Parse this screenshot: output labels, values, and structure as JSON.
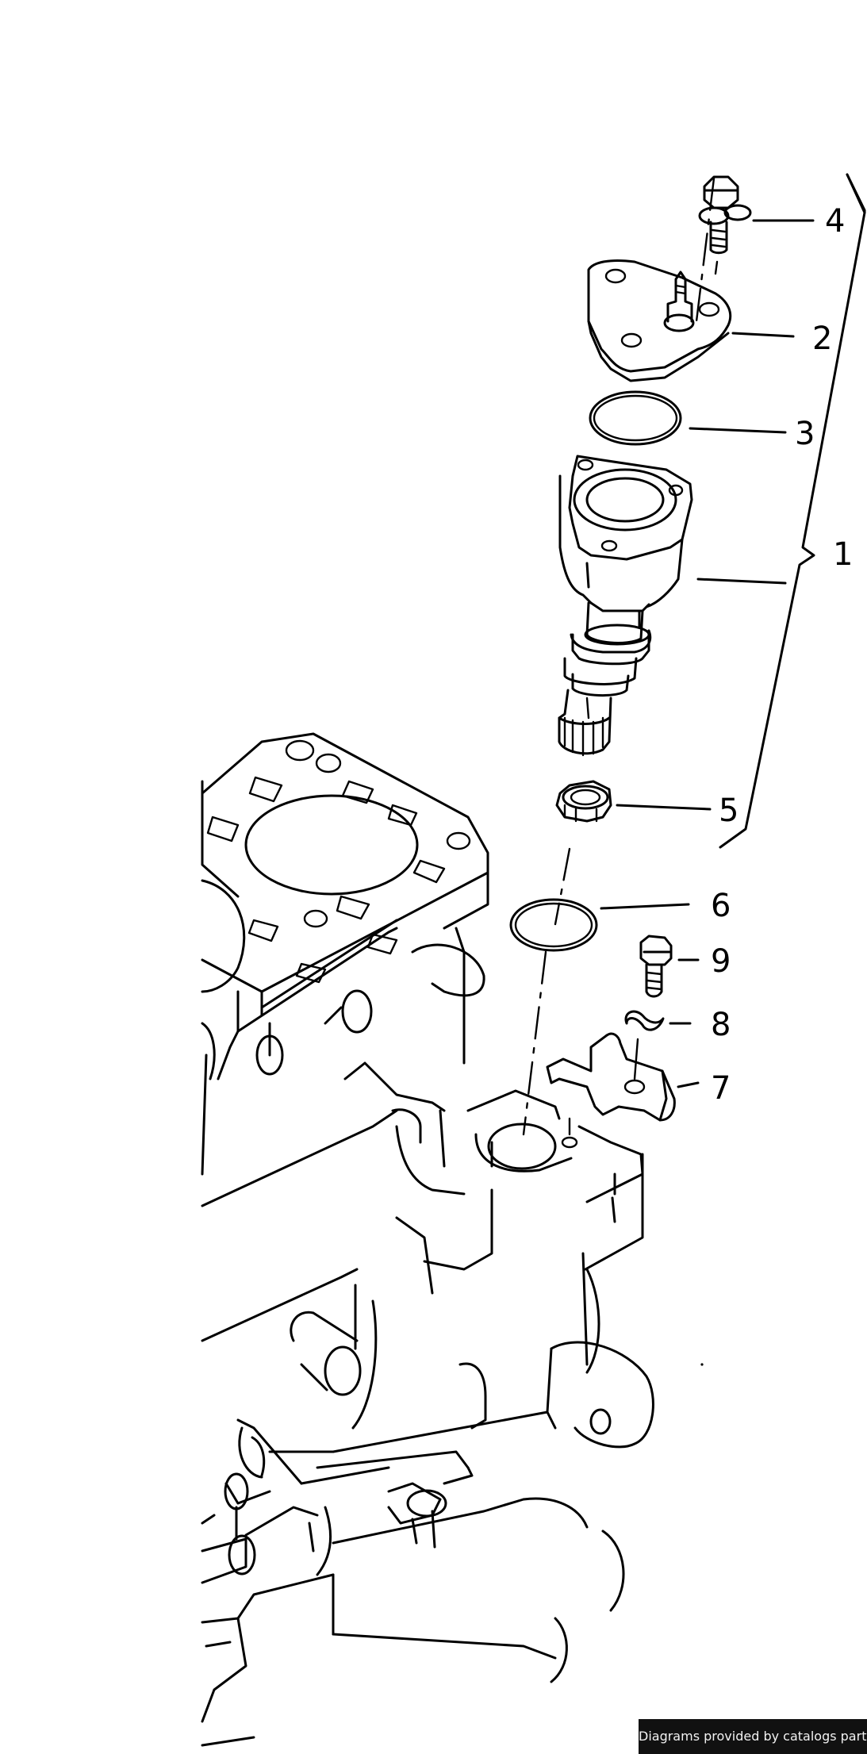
{
  "diagram": {
    "callouts": [
      {
        "id": "1",
        "label": "1"
      },
      {
        "id": "2",
        "label": "2"
      },
      {
        "id": "3",
        "label": "3"
      },
      {
        "id": "4",
        "label": "4"
      },
      {
        "id": "5",
        "label": "5"
      },
      {
        "id": "6",
        "label": "6"
      },
      {
        "id": "7",
        "label": "7"
      },
      {
        "id": "8",
        "label": "8"
      },
      {
        "id": "9",
        "label": "9"
      }
    ]
  },
  "footer": {
    "credit": "Diagrams provided by catalogs parts"
  }
}
